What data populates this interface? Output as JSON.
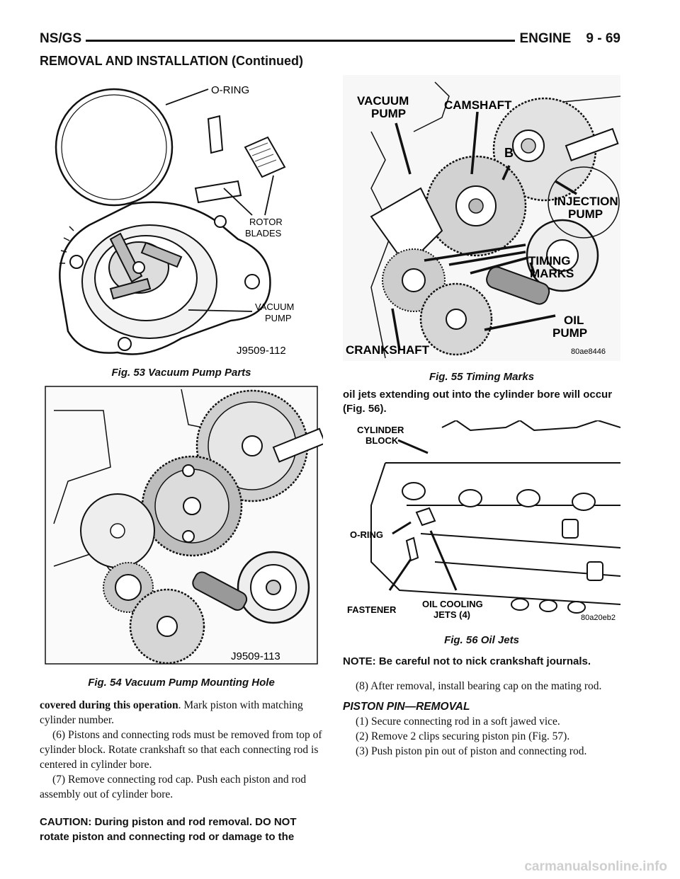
{
  "header": {
    "left": "NS/GS",
    "right": "ENGINE    9 - 69"
  },
  "subheader": "REMOVAL AND INSTALLATION (Continued)",
  "fig53": {
    "caption": "Fig. 53 Vacuum Pump Parts",
    "labels": {
      "oring": "O-RING",
      "rotor1": "ROTOR",
      "rotor2": "BLADES",
      "vac1": "VACUUM",
      "vac2": "PUMP",
      "code": "J9509-112"
    }
  },
  "fig54": {
    "caption": "Fig. 54 Vacuum Pump Mounting Hole",
    "labels": {
      "code": "J9509-113"
    }
  },
  "fig55": {
    "caption": "Fig. 55 Timing Marks",
    "labels": {
      "vac1": "VACUUM",
      "vac2": "PUMP",
      "cam": "CAMSHAFT",
      "b": "B",
      "inj1": "INJECTION",
      "inj2": "PUMP",
      "tim1": "TIMING",
      "tim2": "MARKS",
      "oil1": "OIL",
      "oil2": "PUMP",
      "crank": "CRANKSHAFT",
      "code": "80ae8446"
    }
  },
  "fig56": {
    "caption": "Fig. 56 Oil Jets",
    "labels": {
      "cyl1": "CYLINDER",
      "cyl2": "BLOCK",
      "oring": "O-RING",
      "fast": "FASTENER",
      "jets1": "OIL COOLING",
      "jets2": "JETS (4)",
      "code": "80a20eb2"
    }
  },
  "left_text": {
    "p1_bold": "covered during this operation",
    "p1_rest": ". Mark piston with matching cylinder number.",
    "p2": "(6) Pistons and connecting rods must be removed from top of cylinder block. Rotate crankshaft so that each connecting rod is centered in cylinder bore.",
    "p3": "(7) Remove connecting rod cap. Push each piston and rod assembly out of cylinder bore.",
    "caution": "CAUTION: During piston and rod removal. DO NOT rotate piston and connecting rod or damage to the"
  },
  "right_text": {
    "cont": "oil jets extending out into the cylinder bore will occur (Fig. 56).",
    "note": "NOTE: Be careful not to nick crankshaft journals.",
    "p8": "(8) After removal, install bearing cap on the mating rod.",
    "section": "PISTON PIN—REMOVAL",
    "s1": "(1) Secure connecting rod in a soft jawed vice.",
    "s2": "(2) Remove 2 clips securing piston pin (Fig. 57).",
    "s3": "(3) Push piston pin out of piston and connecting rod."
  },
  "footer": "carmanualsonline.info"
}
